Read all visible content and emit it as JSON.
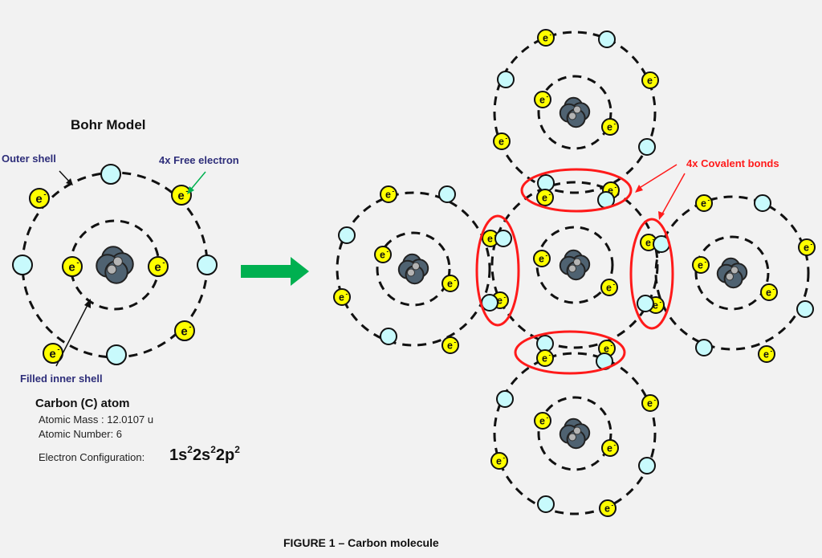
{
  "bohr": {
    "title": "Bohr Model",
    "labels": {
      "outer_shell": "Outer shell",
      "free_electron": "4x Free electron",
      "inner_shell": "Filled inner shell"
    },
    "electron_symbol": "e",
    "electron_charge": "-"
  },
  "atom_info": {
    "heading": "Carbon (C) atom",
    "mass_label": "Atomic Mass : 12.0107 u",
    "number_label": "Atomic Number:  6",
    "config_label": "Electron Configuration:",
    "config_parts": [
      {
        "base": "1s",
        "sup": "2"
      },
      {
        "base": "2s",
        "sup": "2"
      },
      {
        "base": "2p",
        "sup": "2"
      }
    ]
  },
  "molecule": {
    "bonds_label": "4x Covalent bonds",
    "bond_count": 4
  },
  "caption": "FIGURE 1 – Carbon molecule",
  "colors": {
    "background": "#f2f2f2",
    "electron": "#ffff00",
    "shared_slot": "#c8fafc",
    "nucleus": "#4f6271",
    "nucleus_core": "#b4b4b4",
    "arrow": "#00b050",
    "bond_ring": "#ff1a1a",
    "label_navy": "#2e2e7a"
  }
}
